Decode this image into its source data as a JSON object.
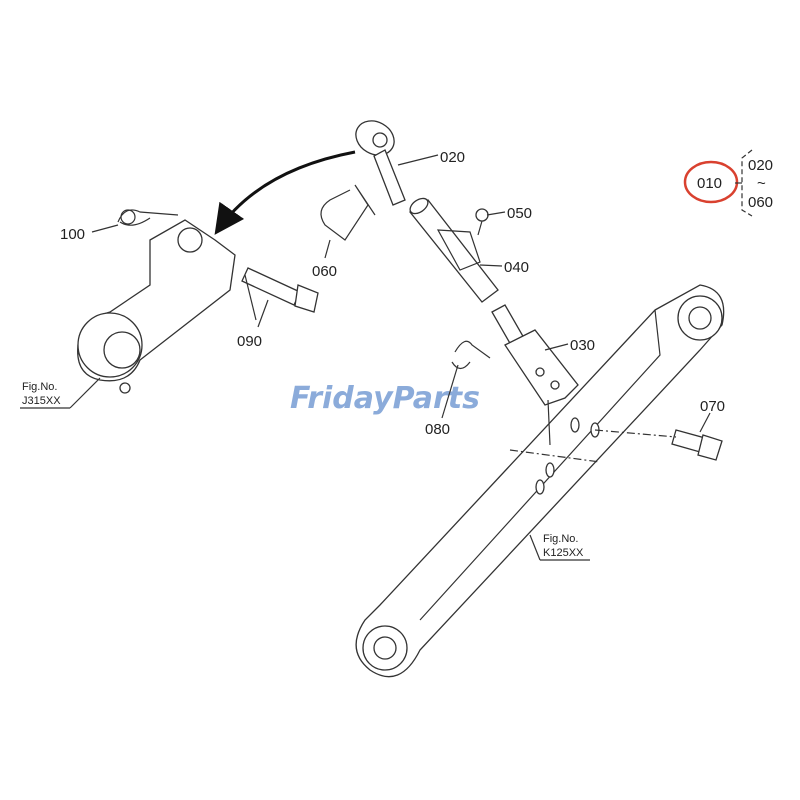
{
  "diagram": {
    "assembly": {
      "number": "010",
      "range_start": "020",
      "range_tilde": "~",
      "range_end": "060",
      "highlight_color": "#d9412f"
    },
    "parts": [
      {
        "number": "020"
      },
      {
        "number": "050"
      },
      {
        "number": "040"
      },
      {
        "number": "030"
      },
      {
        "number": "060"
      },
      {
        "number": "090"
      },
      {
        "number": "100"
      },
      {
        "number": "080"
      },
      {
        "number": "070"
      }
    ],
    "figure_refs": [
      {
        "label": "Fig.No.",
        "code": "J315XX"
      },
      {
        "label": "Fig.No.",
        "code": "K125XX"
      }
    ],
    "watermark": {
      "text_a": "Friday",
      "text_b": "Parts",
      "color": "#7fa3d6",
      "accent": "#f0b060"
    }
  }
}
